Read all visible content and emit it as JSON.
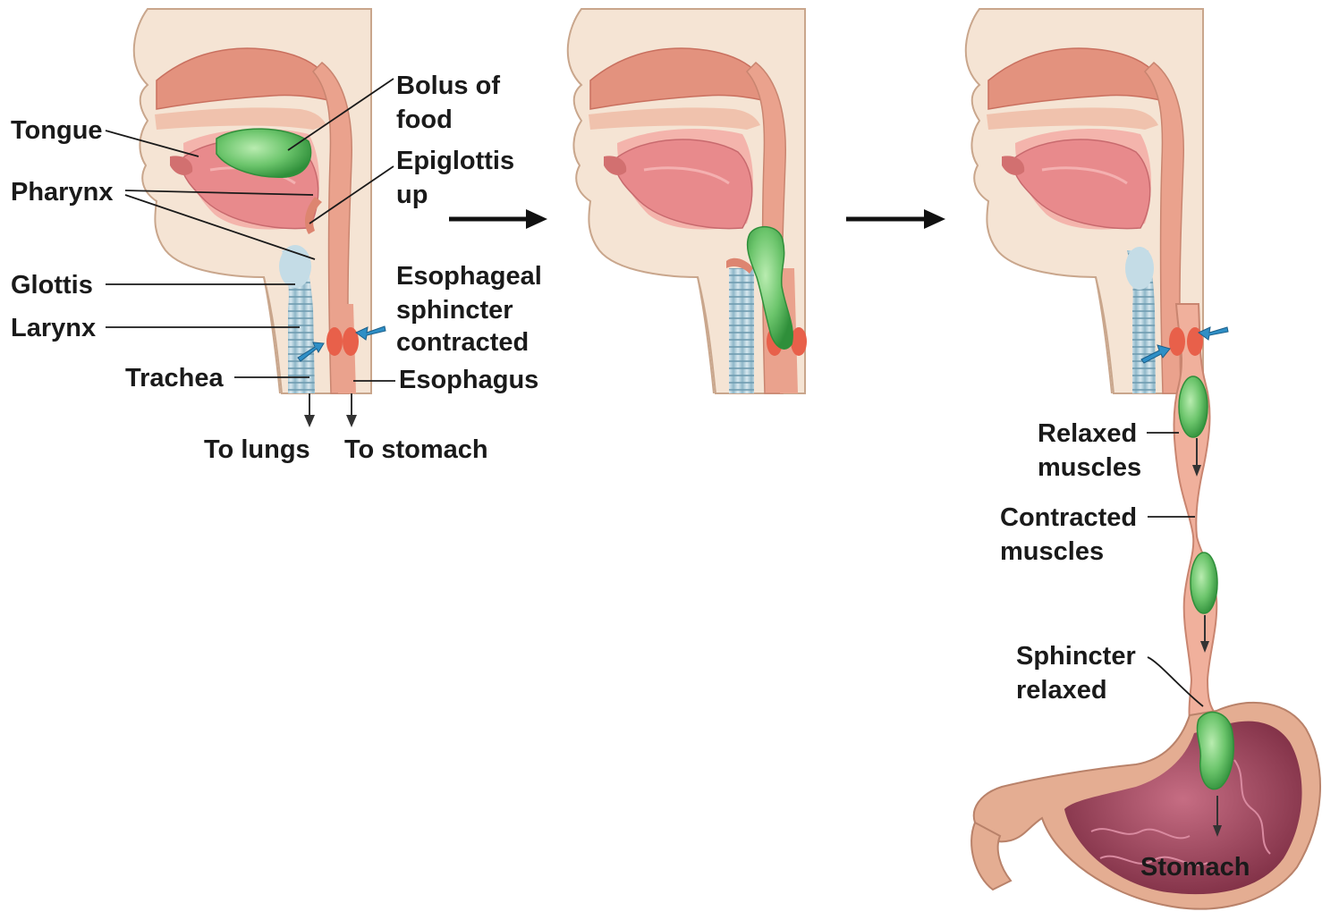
{
  "colors": {
    "skin": "#f3ddca",
    "skin_edge": "#c9a68c",
    "palate": "#e3927e",
    "mouth": "#f2a3a0",
    "tongue": "#e88a8c",
    "pharynx_tube": "#eaa28d",
    "bolus": "#6cc56c",
    "bolus_dark": "#2f8f3a",
    "trachea": "#b8d3df",
    "sphincter": "#e8604a",
    "blue_arrow": "#2f8fc6",
    "stomach_outer": "#e4ad92",
    "stomach_inner": "#a9455e",
    "label_text": "#1a1a1a"
  },
  "panel1": {
    "tongue": "Tongue",
    "pharynx": "Pharynx",
    "glottis": "Glottis",
    "larynx": "Larynx",
    "trachea": "Trachea",
    "bolus_line1": "Bolus of",
    "bolus_line2": "food",
    "epiglottis_line1": "Epiglottis",
    "epiglottis_line2": "up",
    "sphincter_line1": "Esophageal",
    "sphincter_line2": "sphincter",
    "sphincter_line3": "contracted",
    "esophagus": "Esophagus",
    "to_lungs": "To lungs",
    "to_stomach": "To stomach"
  },
  "panel3": {
    "relaxed_line1": "Relaxed",
    "relaxed_line2": "muscles",
    "contracted_line1": "Contracted",
    "contracted_line2": "muscles",
    "sphincter_line1": "Sphincter",
    "sphincter_line2": "relaxed",
    "stomach": "Stomach"
  },
  "icons": [
    "sequence-arrow-icon",
    "pressure-arrow-icon",
    "downward-arrow-icon"
  ]
}
